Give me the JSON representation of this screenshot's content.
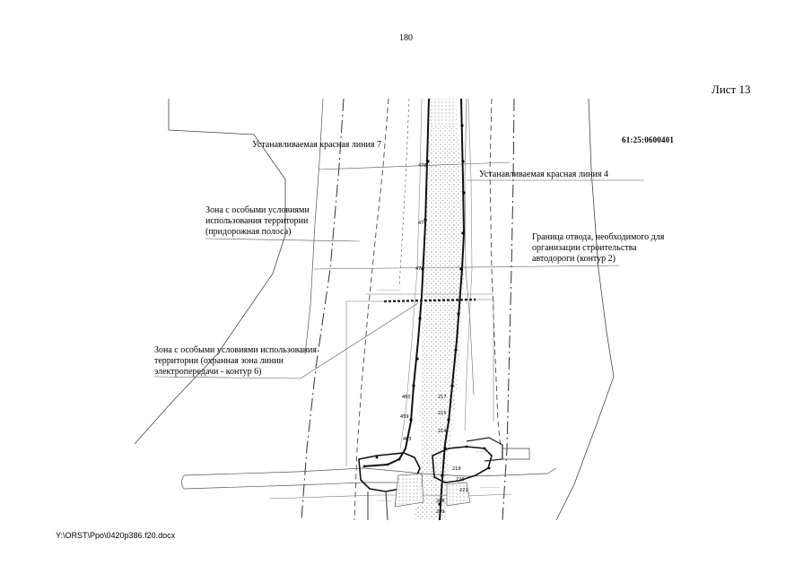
{
  "page": {
    "number": "180",
    "sheet": "Лист 13",
    "cadastral_quarter": "61:25:0600401",
    "file_path": "Y:\\ORST\\Ppo\\0420p386.f20.docx"
  },
  "labels": {
    "red_line_7": "Устанавливаемая красная линия 7",
    "red_line_4": "Устанавливаемая красная линия 4",
    "zone_road": [
      "Зона с особыми условиями",
      "использования территории",
      "(придорожная полоса)"
    ],
    "boundary": [
      "Граница отвода, необходимого для",
      "организации строительства",
      "автодороги (контур 2)"
    ],
    "zone_power": [
      "Зона с особыми условиями использования",
      "территории (охранная зона линии",
      "электропередачи - контур 6)"
    ]
  },
  "point_numbers": [
    "476",
    "474",
    "473",
    "460",
    "459",
    "463",
    "217",
    "215",
    "214",
    "219",
    "220",
    "221",
    "208",
    "209"
  ]
}
